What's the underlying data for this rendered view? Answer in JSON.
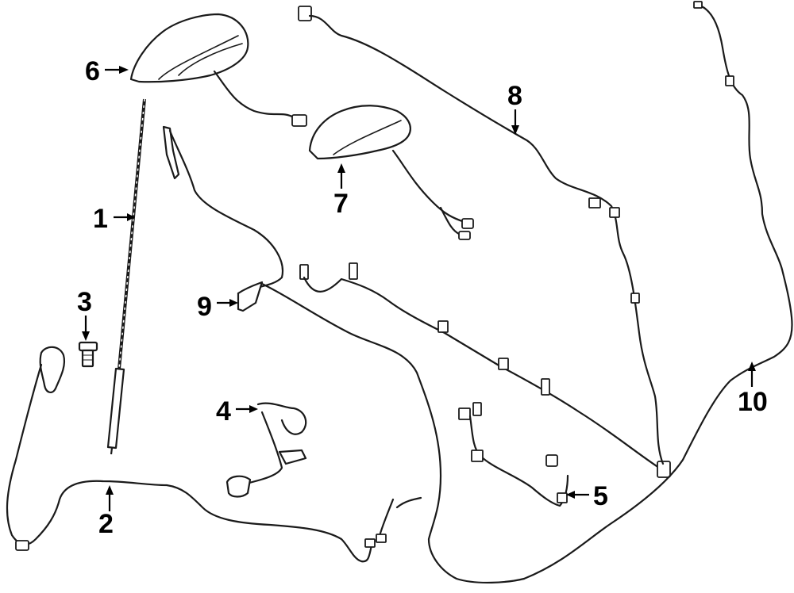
{
  "callouts": [
    {
      "id": "1",
      "label": "1"
    },
    {
      "id": "2",
      "label": "2"
    },
    {
      "id": "3",
      "label": "3"
    },
    {
      "id": "4",
      "label": "4"
    },
    {
      "id": "5",
      "label": "5"
    },
    {
      "id": "6",
      "label": "6"
    },
    {
      "id": "7",
      "label": "7"
    },
    {
      "id": "8",
      "label": "8"
    },
    {
      "id": "9",
      "label": "9"
    },
    {
      "id": "10",
      "label": "10"
    }
  ],
  "parts": [
    {
      "id": "antenna-mast",
      "icon": "antenna-mast-icon"
    },
    {
      "id": "antenna-cable-2",
      "icon": "cable-harness-icon"
    },
    {
      "id": "mount-screw",
      "icon": "screw-icon"
    },
    {
      "id": "small-harness-4",
      "icon": "cable-harness-icon"
    },
    {
      "id": "small-harness-5",
      "icon": "cable-harness-icon"
    },
    {
      "id": "antenna-housing-6",
      "icon": "shark-fin-antenna-icon"
    },
    {
      "id": "antenna-housing-7",
      "icon": "shark-fin-antenna-icon"
    },
    {
      "id": "harness-8",
      "icon": "cable-harness-icon"
    },
    {
      "id": "harness-9",
      "icon": "cable-harness-icon"
    },
    {
      "id": "harness-10",
      "icon": "cable-harness-icon"
    }
  ]
}
